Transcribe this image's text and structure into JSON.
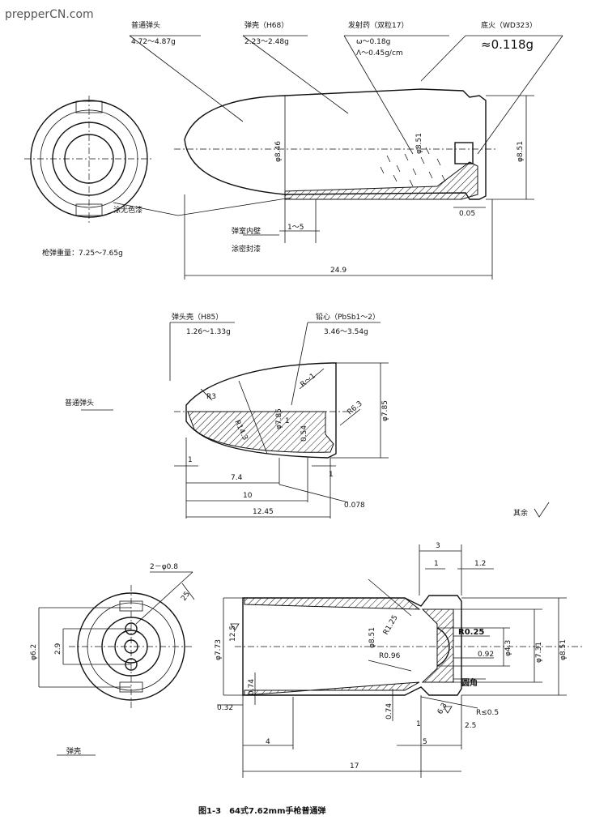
{
  "watermark": "prepperCN.com",
  "caption": "图1-3　64式7.62mm手枪普通弹",
  "cartridge": {
    "bullet_label": "普通弹头",
    "bullet_weight": "4.72～4.87g",
    "case_label": "弹壳（H68）",
    "case_weight": "2.23～2.48g",
    "powder_label": "发射药（双粒17）",
    "powder_omega": "ω～0.18g",
    "powder_lambda": "Λ～0.45g/cm",
    "primer_label": "底火（WD323）",
    "primer_weight": "≈0.118g",
    "lacquer_label": "涂无色漆",
    "total_weight": "枪弹重量：7.25～7.65g",
    "chamber_label": "弹室内壁",
    "sealant_label": "涂密封漆",
    "dims": {
      "d846": "φ8.46",
      "d851a": "φ8.51",
      "d851b": "φ8.51",
      "d005": "0.05",
      "d1to5": "1～5",
      "length": "24.9"
    }
  },
  "bullet": {
    "jacket_label": "弹头壳（H85）",
    "jacket_weight": "1.26～1.33g",
    "core_label": "铅心（PbSb1～2）",
    "core_weight": "3.46～3.54g",
    "side_label": "普通弹头",
    "dims": {
      "r3": "R3",
      "r143": "R14.3",
      "d785a": "φ7.85",
      "rdash1": "R～1",
      "d785b": "φ7.85",
      "r63": "R6.3",
      "d054": "0.54",
      "one_a": "1",
      "one_b": "1",
      "one_c": "1",
      "l74": "7.4",
      "l10": "10",
      "l1245": "12.45",
      "t0078": "0.078"
    },
    "finish_note": "其余"
  },
  "case": {
    "hole_label": "2－φ0.8",
    "angle_25": "25",
    "d62": "φ6.2",
    "d29": "2.9",
    "d773": "φ7.73",
    "f125": "12.5",
    "d074a": "0.74",
    "d032": "0.32",
    "d851": "φ8.51",
    "r125": "R1.25",
    "r096": "R0.96",
    "r025": "R0.25",
    "d092": "0.92",
    "d43": "φ4.3",
    "d731": "φ7.31",
    "d851b": "φ8.51",
    "round_corner": "圆角",
    "r05": "R≤0.5",
    "f63": "6.3",
    "d074b": "0.74",
    "l3": "3",
    "l1a": "1",
    "l12": "1.2",
    "l1b": "1",
    "l25": "2.5",
    "l4": "4",
    "l5": "5",
    "l17": "17",
    "side_label": "弹壳"
  }
}
